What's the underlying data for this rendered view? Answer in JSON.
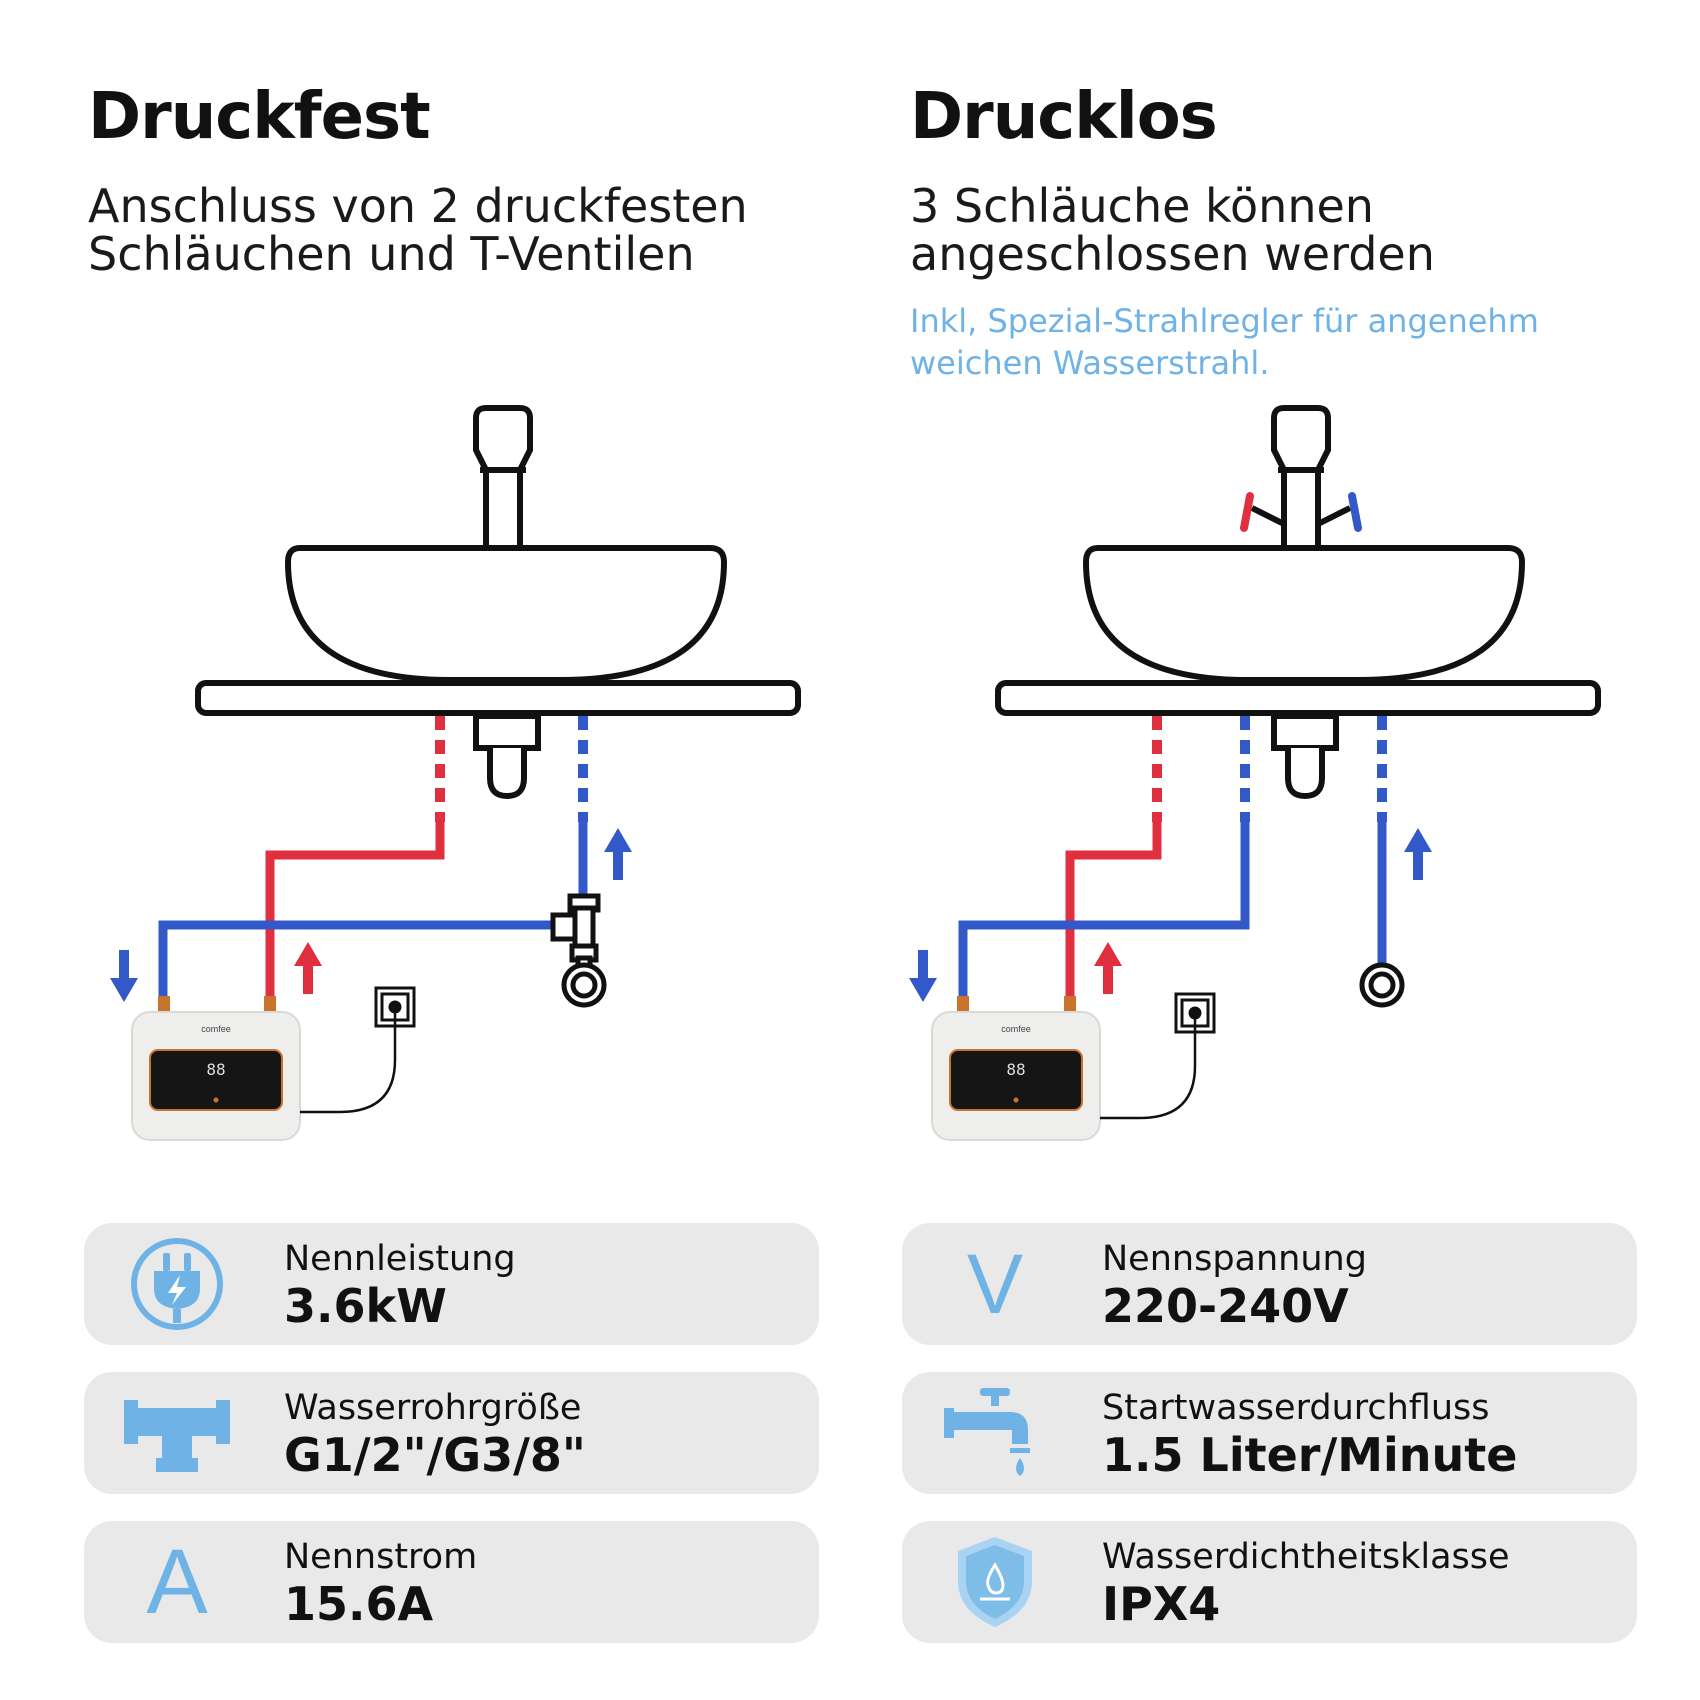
{
  "left": {
    "title": "Druckfest",
    "subtitle_line1": "Anschluss von 2 druckfesten",
    "subtitle_line2": "Schläuchen und T-Ventilen"
  },
  "right": {
    "title": "Drucklos",
    "subtitle_line1": "3 Schläuche können",
    "subtitle_line2": "angeschlossen werden",
    "note_line1": "Inkl, Spezial-Strahlregler für angenehm",
    "note_line2": "weichen Wasserstrahl."
  },
  "device": {
    "brand": "comfee",
    "display": "88"
  },
  "colors": {
    "hot": "#e03040",
    "cold": "#3358c8",
    "accent": "#6fb3e6",
    "card": "#e9e9e9"
  },
  "specs": [
    {
      "label": "Nennleistung",
      "value": "3.6kW",
      "icon": "plug-icon"
    },
    {
      "label": "Nennspannung",
      "value": "220-240V",
      "icon": "volt-icon",
      "glyph": "V"
    },
    {
      "label": "Wasserrohrgröße",
      "value": "G1/2\"/G3/8\"",
      "icon": "pipe-icon"
    },
    {
      "label": "Startwasserdurchfluss",
      "value": "1.5 Liter/Minute",
      "icon": "faucet-icon"
    },
    {
      "label": "Nennstrom",
      "value": "15.6A",
      "icon": "ampere-icon",
      "glyph": "A"
    },
    {
      "label": "Wasserdichtheitsklasse",
      "value": "IPX4",
      "icon": "shield-water-icon"
    }
  ]
}
